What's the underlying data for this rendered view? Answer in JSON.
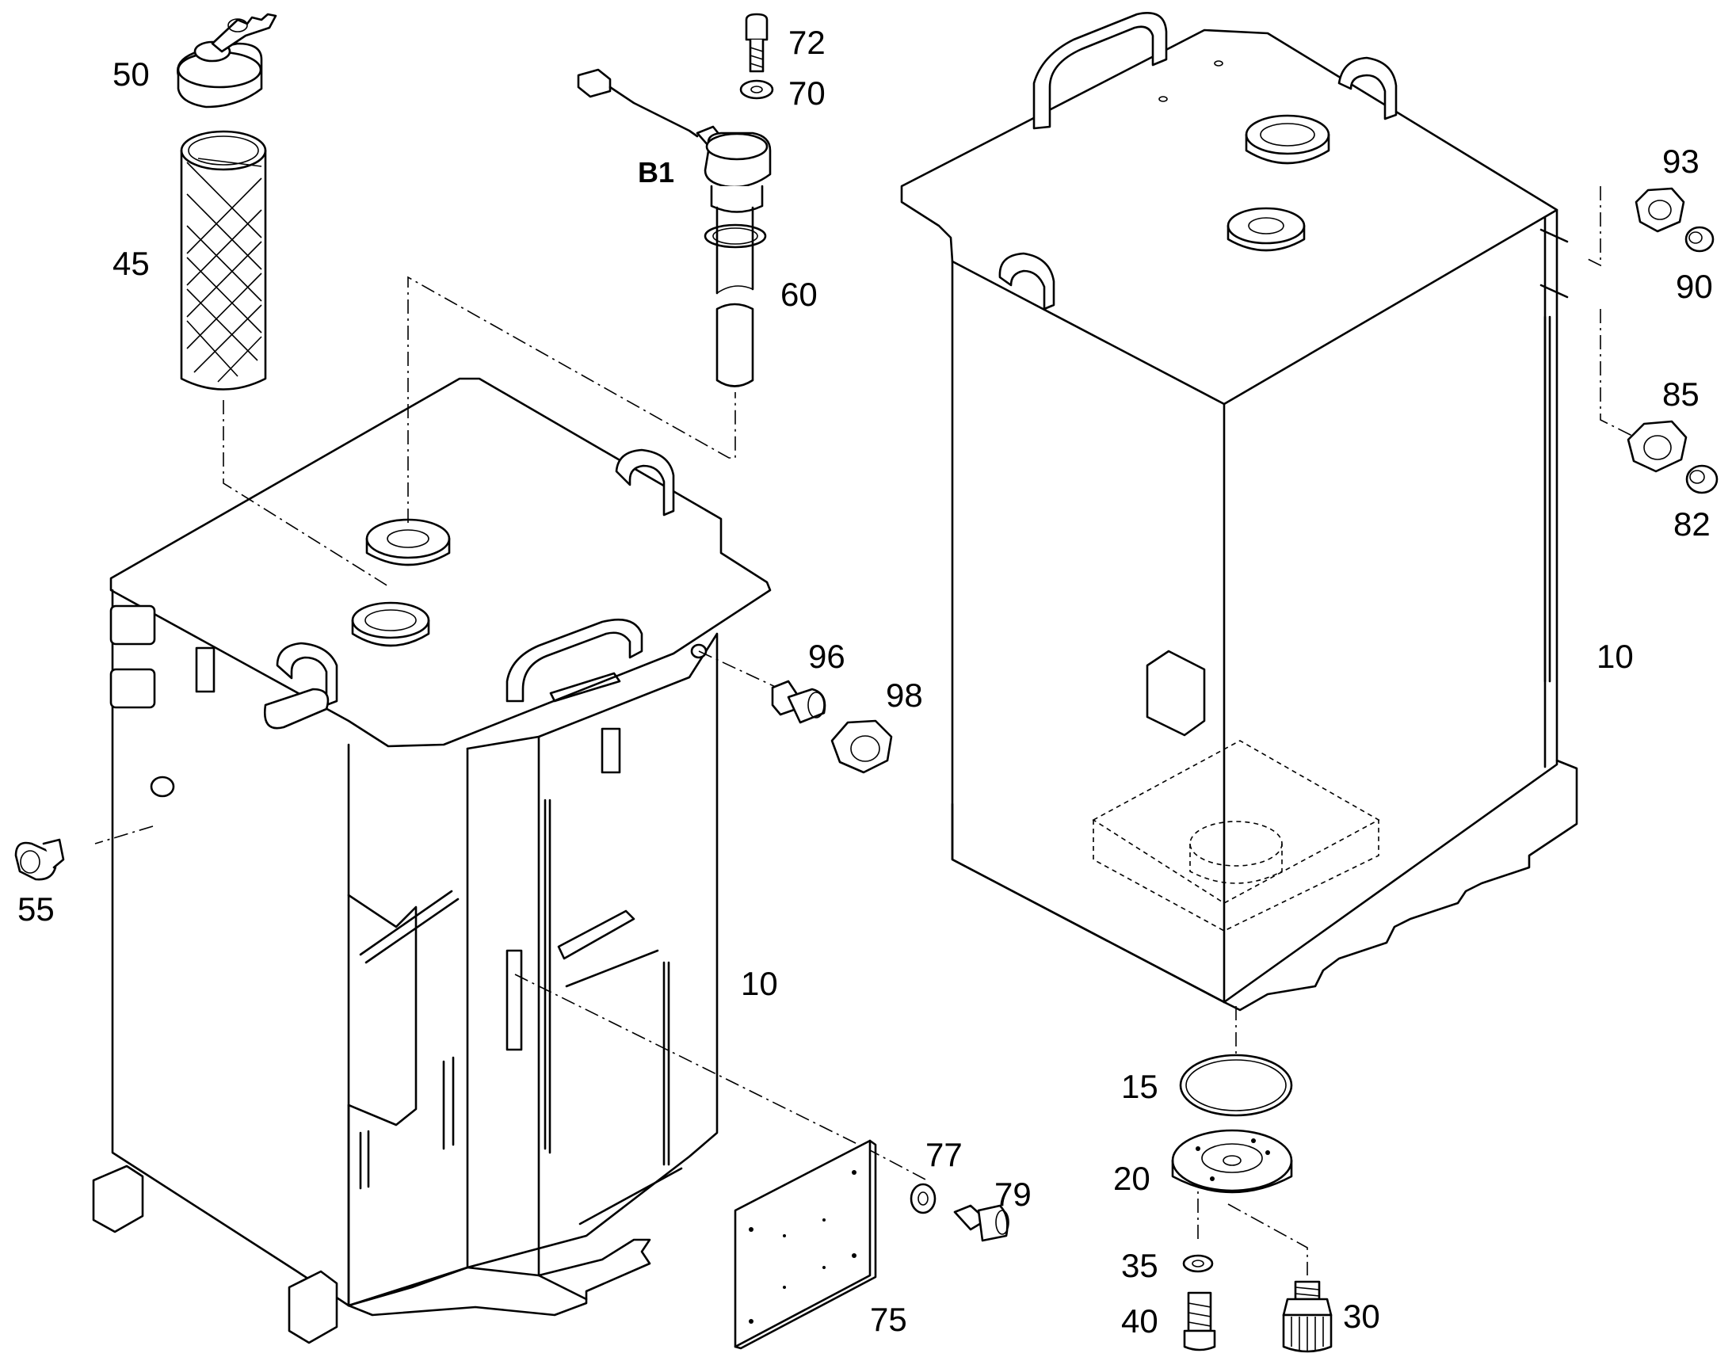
{
  "diagram": {
    "callouts": {
      "c50": "50",
      "c45": "45",
      "c72": "72",
      "c70": "70",
      "cB1": "B1",
      "c60": "60",
      "c93": "93",
      "c90": "90",
      "c85": "85",
      "c82": "82",
      "c10_right": "10",
      "c96": "96",
      "c98": "98",
      "c55": "55",
      "c10_left": "10",
      "c15": "15",
      "c20": "20",
      "c77": "77",
      "c79": "79",
      "c75": "75",
      "c35": "35",
      "c40": "40",
      "c30": "30"
    }
  }
}
